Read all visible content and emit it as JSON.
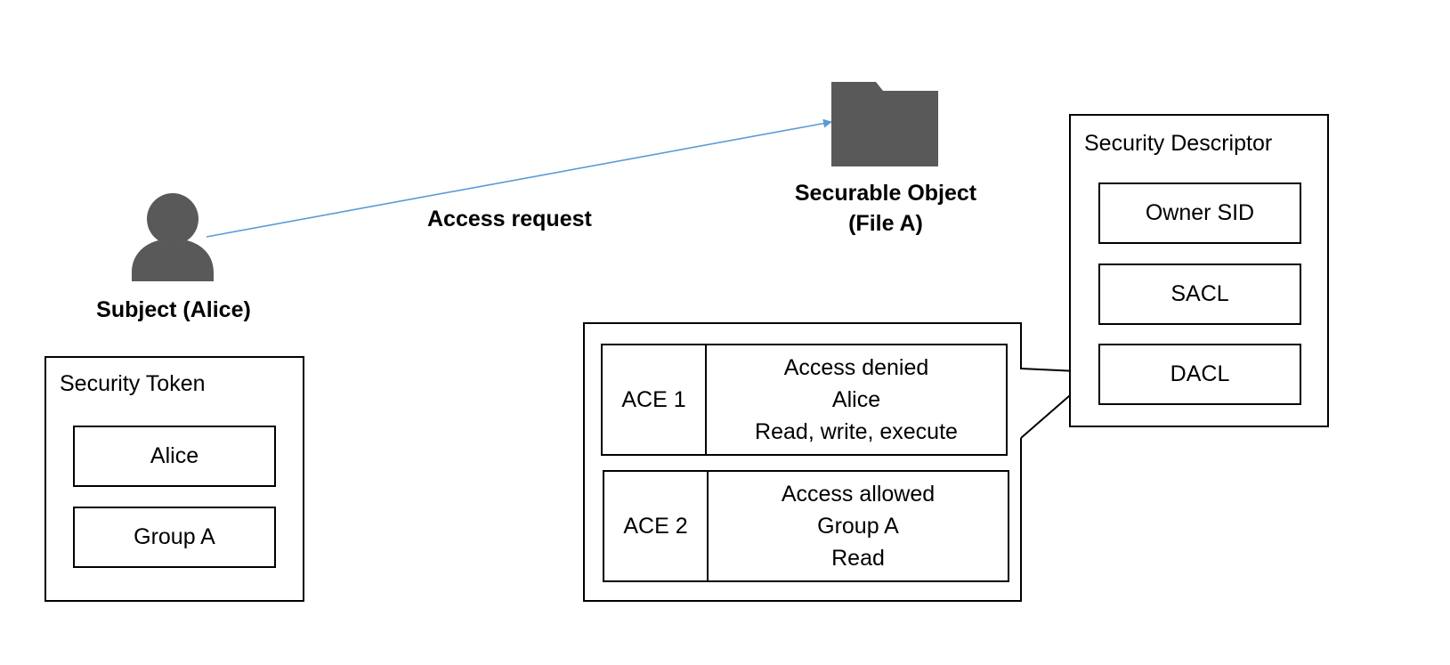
{
  "subject": {
    "label": "Subject (Alice)",
    "icon": "person-icon",
    "icon_color": "#595959"
  },
  "access_request": {
    "label": "Access request",
    "arrow_color": "#5b9bd5"
  },
  "securable_object": {
    "line1": "Securable Object",
    "line2": "(File A)",
    "icon": "folder-icon",
    "icon_color": "#595959"
  },
  "security_token": {
    "title": "Security Token",
    "items": [
      "Alice",
      "Group A"
    ]
  },
  "security_descriptor": {
    "title": "Security Descriptor",
    "items": [
      "Owner SID",
      "SACL",
      "DACL"
    ]
  },
  "dacl_entries": [
    {
      "name": "ACE 1",
      "type": "Access denied",
      "principal": "Alice",
      "rights": "Read, write, execute"
    },
    {
      "name": "ACE 2",
      "type": "Access allowed",
      "principal": "Group A",
      "rights": "Read"
    }
  ]
}
